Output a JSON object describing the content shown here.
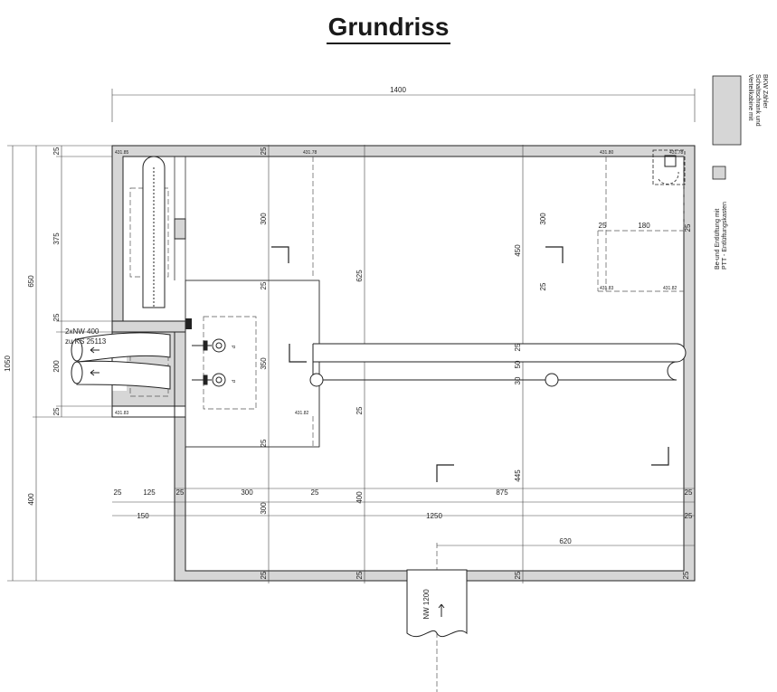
{
  "title": "Grundriss",
  "colors": {
    "wall_fill": "#d6d6d6",
    "line": "#222222",
    "pipe_fill": "#ffffff"
  },
  "legend": {
    "cabinet": {
      "line1": "Verteilkabine mit",
      "line2": "Schaltschrank und",
      "line3": "BKW Zähler"
    },
    "vent": {
      "line1": "Be-und Entlüftung mit",
      "line2": "PTT - Entlüftungskasten"
    }
  },
  "elevations": {
    "top_left": "431.85",
    "top_mid": "431.78",
    "top_right_a": "431.80",
    "top_right_b": "431.78",
    "vent_left": "431.83",
    "vent_right": "431.82",
    "chamber_left": "431.83",
    "chamber_right": "431.82"
  },
  "pipes": {
    "inlet_line1": "2xNW 400",
    "inlet_line2": "zu KS 25113",
    "outlet": "NW 1200",
    "pump_label": "P"
  },
  "dimensions": {
    "total_width": "1400",
    "total_height": "1050",
    "left_650": "650",
    "left_400": "400",
    "left_375": "375",
    "left_200": "200",
    "left_25a": "25",
    "left_25b": "25",
    "left_25c": "25",
    "mid_300": "300",
    "mid_625": "625",
    "mid_350": "350",
    "mid_25a": "25",
    "mid_25b": "25",
    "mid_25c": "25",
    "mid_25d": "25",
    "mid_25e": "25",
    "col_450": "450",
    "col_25": "25",
    "col_50": "50",
    "col_30": "30",
    "col_445": "445",
    "col_25b": "25",
    "vent_300": "300",
    "vent_180": "180",
    "vent_25a": "25",
    "vent_25b": "25",
    "vent_25c": "25",
    "row_25a": "25",
    "row_125": "125",
    "row_25b": "25",
    "row_300": "300",
    "row_25c": "25",
    "row_400": "400",
    "row_875": "875",
    "row_25d": "25",
    "row_150": "150",
    "row_1250": "1250",
    "low_300": "300",
    "low_25": "25",
    "low_620": "620",
    "bottom_25a": "25",
    "bottom_25b": "25"
  }
}
